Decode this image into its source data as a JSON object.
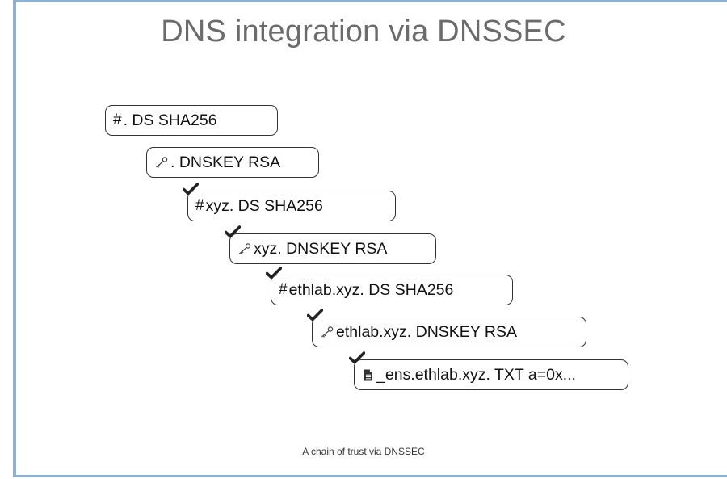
{
  "title": "DNS integration via DNSSEC",
  "records": [
    {
      "icon": "hash-icon",
      "glyph": "#",
      "text": ". DS SHA256",
      "verified": false
    },
    {
      "icon": "key-icon",
      "glyph": "",
      "text": ". DNSKEY RSA",
      "verified": false
    },
    {
      "icon": "hash-icon",
      "glyph": "#",
      "text": "xyz. DS SHA256",
      "verified": true
    },
    {
      "icon": "key-icon",
      "glyph": "",
      "text": "xyz. DNSKEY RSA",
      "verified": true
    },
    {
      "icon": "hash-icon",
      "glyph": "#",
      "text": "ethlab.xyz. DS SHA256",
      "verified": true
    },
    {
      "icon": "key-icon",
      "glyph": "",
      "text": "ethlab.xyz. DNSKEY RSA",
      "verified": true
    },
    {
      "icon": "document-icon",
      "glyph": "",
      "text": "_ens.ethlab.xyz. TXT a=0x...",
      "verified": true
    }
  ],
  "caption": "A chain of trust via DNSSEC",
  "colors": {
    "frame_border": "#8fb1cf",
    "title": "#6b6b6b",
    "record_border": "#333333",
    "check": "#222222"
  }
}
